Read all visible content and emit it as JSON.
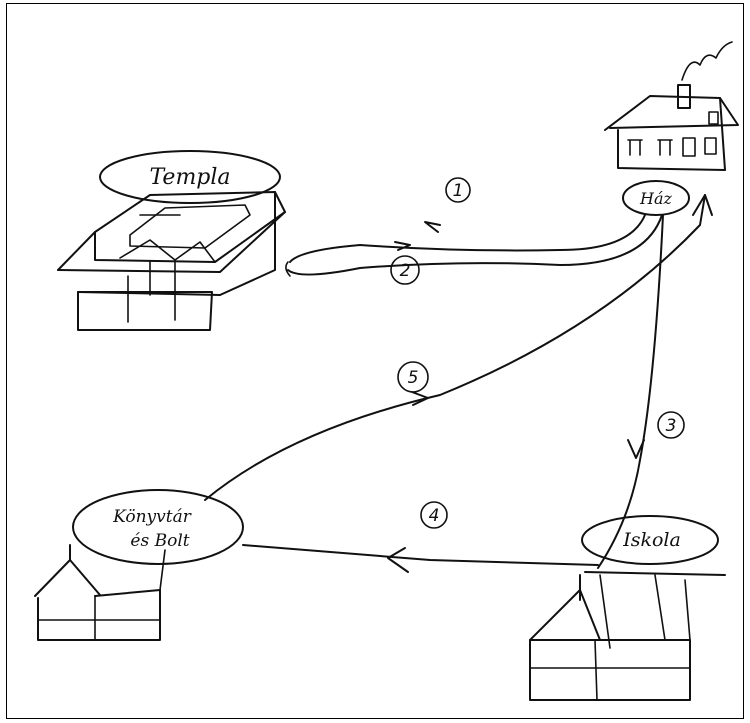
{
  "places": {
    "temple": "Templa",
    "home": "Ház",
    "school": "Iskola",
    "library": [
      "Könyvtár",
      "és Bolt"
    ]
  },
  "steps": [
    "1",
    "2",
    "3",
    "4",
    "5"
  ],
  "colors": {
    "ink": "#111111",
    "background": "#ffffff"
  }
}
